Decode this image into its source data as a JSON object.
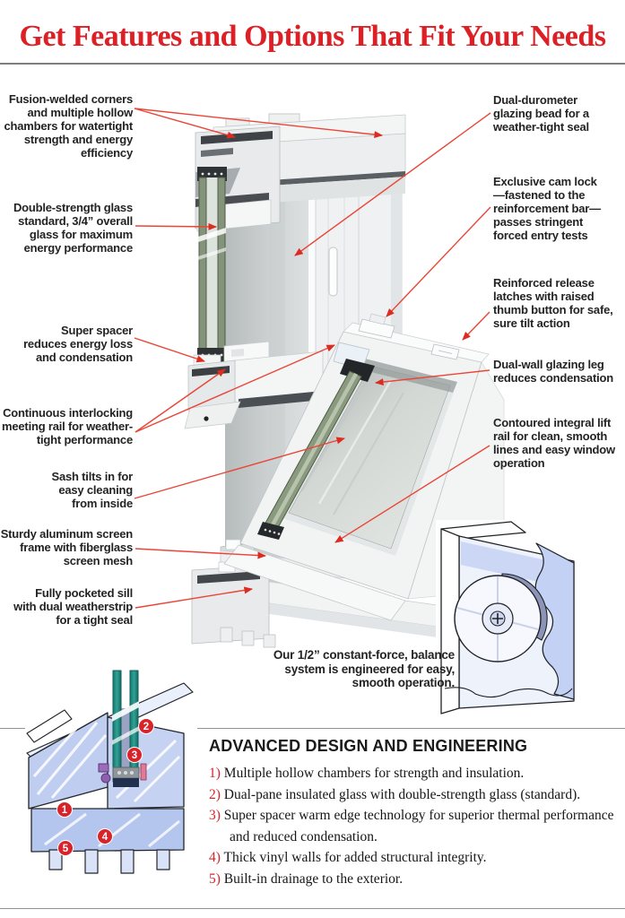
{
  "page": {
    "title": "Get Features and Options That Fit Your Needs"
  },
  "callouts": {
    "left": [
      {
        "text": "Fusion-welded corners\nand multiple hollow\nchambers for watertight\nstrength and energy\nefficiency"
      },
      {
        "text": "Double-strength glass\nstandard, 3/4” overall\nglass for maximum\nenergy performance"
      },
      {
        "text": "Super spacer\nreduces energy loss\nand condensation"
      },
      {
        "text": "Continuous interlocking\nmeeting rail for weather-\ntight performance"
      },
      {
        "text": "Sash tilts in for\neasy cleaning\nfrom inside"
      },
      {
        "text": "Sturdy aluminum screen\nframe with fiberglass\nscreen mesh"
      },
      {
        "text": "Fully pocketed sill\nwith dual weatherstrip\nfor a tight seal"
      }
    ],
    "right": [
      {
        "text": "Dual-durometer\nglazing bead for a\nweather-tight seal"
      },
      {
        "text": "Exclusive cam lock\n—fastened to the\nreinforcement bar—\npasses stringent\nforced entry tests"
      },
      {
        "text": "Reinforced release\nlatches with raised\nthumb button for safe,\nsure tilt action"
      },
      {
        "text": "Dual-wall glazing leg\nreduces condensation"
      },
      {
        "text": "Contoured integral lift\nrail for clean, smooth\nlines and easy window\noperation"
      }
    ]
  },
  "balance_note": {
    "text": "Our 1/2” constant-force, balance\nsystem is engineered for easy,\nsmooth operation."
  },
  "advanced": {
    "heading": "ADVANCED DESIGN AND ENGINEERING",
    "items": [
      {
        "num": "1)",
        "text": "Multiple hollow chambers for strength and insulation."
      },
      {
        "num": "2)",
        "text": "Dual-pane insulated glass with double-strength glass (standard)."
      },
      {
        "num": "3)",
        "text": "Super spacer warm edge technology for superior thermal performance and reduced condensation."
      },
      {
        "num": "4)",
        "text": "Thick vinyl walls for added structural integrity."
      },
      {
        "num": "5)",
        "text": "Built-in drainage to the exterior."
      }
    ]
  },
  "cross_section": {
    "markers": [
      "1",
      "2",
      "3",
      "4",
      "5"
    ]
  },
  "colors": {
    "title_red": "#DC2026",
    "arrow_red": "#EA4537",
    "marker_red": "#D8232A",
    "glass_teal": "#1E8C80",
    "ig_edge_green": "#84947B",
    "blueprint_blue": "#BFCDF0",
    "vinyl_white": "#F2F4F4"
  }
}
